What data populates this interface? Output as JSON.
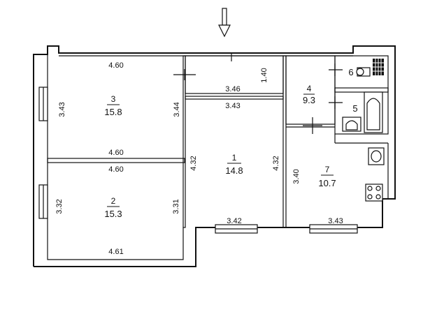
{
  "rooms": [
    {
      "number": "3",
      "area": "15.8"
    },
    {
      "number": "2",
      "area": "15.3"
    },
    {
      "number": "1",
      "area": "14.8"
    },
    {
      "number": "4",
      "area": "9.3"
    },
    {
      "number": "5"
    },
    {
      "number": "6"
    },
    {
      "number": "7",
      "area": "10.7"
    }
  ],
  "dimensions": {
    "room3_top": "4.60",
    "room3_left": "3.43",
    "room3_right": "3.44",
    "room3_bottom": "4.60",
    "room2_top": "4.60",
    "room2_left": "3.32",
    "room2_right": "3.31",
    "room2_bottom": "4.61",
    "hall_width": "3.46",
    "hall_height": "1.40",
    "room1_top": "3.43",
    "room1_left": "4.32",
    "room1_right": "4.32",
    "room1_bottom": "3.42",
    "room7_left": "3.40",
    "room7_bottom": "3.43"
  }
}
